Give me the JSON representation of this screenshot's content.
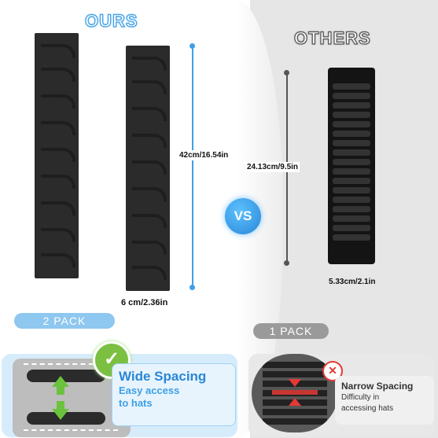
{
  "labels": {
    "ours": "OURS",
    "others": "OTHERS",
    "vs": "VS",
    "height_ours": "42cm/16.54in",
    "height_others": "24.13cm/9.5in",
    "width_ours": "6 cm/2.36in",
    "width_others": "5.33cm/2.1in"
  },
  "packs": {
    "ours": "2 PACK",
    "others": "1 PACK"
  },
  "features": {
    "ours": {
      "title": "Wide Spacing",
      "line1": "Easy access",
      "line2": "to hats"
    },
    "others": {
      "title": "Narrow Spacing",
      "line1": "Difficulty in",
      "line2": "accessing hats"
    }
  },
  "icons": {
    "check": "check-icon",
    "cross": "x-icon"
  },
  "colors": {
    "accent_blue": "#3fa0e6",
    "check_green": "#7bc041",
    "cross_red": "#e53935",
    "rack_black": "#2b2b2b"
  }
}
